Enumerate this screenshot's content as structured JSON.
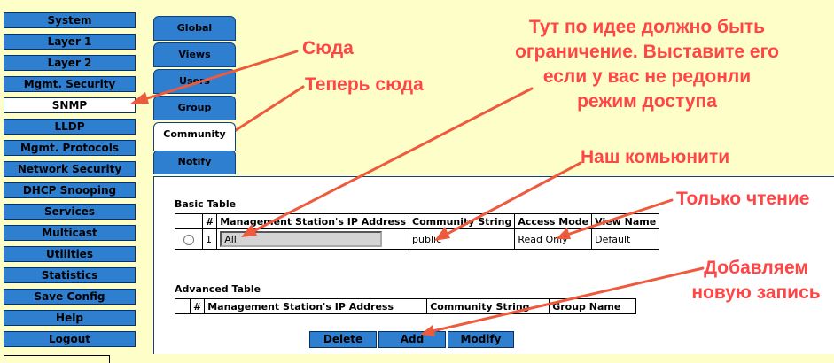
{
  "sidebar": {
    "items": [
      {
        "label": "System"
      },
      {
        "label": "Layer 1"
      },
      {
        "label": "Layer 2"
      },
      {
        "label": "Mgmt. Security"
      },
      {
        "label": "SNMP"
      },
      {
        "label": "LLDP"
      },
      {
        "label": "Mgmt. Protocols"
      },
      {
        "label": "Network Security"
      },
      {
        "label": "DHCP Snooping"
      },
      {
        "label": "Services"
      },
      {
        "label": "Multicast"
      },
      {
        "label": "Utilities"
      },
      {
        "label": "Statistics"
      },
      {
        "label": "Save Config"
      },
      {
        "label": "Help"
      },
      {
        "label": "Logout"
      }
    ],
    "active": "SNMP"
  },
  "tabs": [
    {
      "label": "Global"
    },
    {
      "label": "Views"
    },
    {
      "label": "Users"
    },
    {
      "label": "Group"
    },
    {
      "label": "Community"
    },
    {
      "label": "Notify"
    }
  ],
  "active_tab": "Community",
  "basic_table": {
    "title": "Basic Table",
    "headers": [
      "#",
      "Management Station's IP Address",
      "Community String",
      "Access Mode",
      "View Name"
    ],
    "rows": [
      {
        "num": "1",
        "ip": "All",
        "community": "public",
        "access": "Read Only",
        "view": "Default"
      }
    ]
  },
  "advanced_table": {
    "title": "Advanced Table",
    "headers": [
      "#",
      "Management Station's IP Address",
      "Community String",
      "Group Name"
    ]
  },
  "buttons": {
    "delete": "Delete",
    "add": "Add",
    "modify": "Modify"
  },
  "annotations": {
    "syuda": "Сюда",
    "teper": "Теперь сюда",
    "restriction": [
      "Тут по идее должно быть",
      "ограничение. Выставите его",
      "если у вас не редонли",
      "режим доступа"
    ],
    "community": "Наш комьюнити",
    "readonly": "Только чтение",
    "add": [
      "Добавляем",
      "новую запись"
    ]
  },
  "colors": {
    "background": "#fefec8",
    "nav_blue": "#2f7fd0",
    "annotation_red": "#ff4545",
    "arrow_red": "#ee5a3e"
  }
}
